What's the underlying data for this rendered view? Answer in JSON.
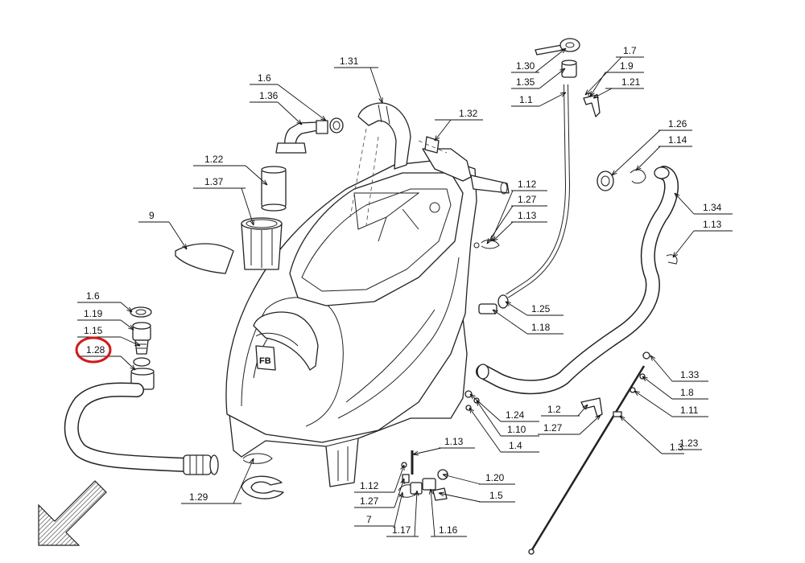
{
  "diagram": {
    "callouts": [
      {
        "id": "c-1-31-top",
        "text": "1.31"
      },
      {
        "id": "c-1-6-top",
        "text": "1.6"
      },
      {
        "id": "c-1-36",
        "text": "1.36"
      },
      {
        "id": "c-1-22",
        "text": "1.22"
      },
      {
        "id": "c-1-37",
        "text": "1.37"
      },
      {
        "id": "c-9",
        "text": "9"
      },
      {
        "id": "c-1-32",
        "text": "1.32"
      },
      {
        "id": "c-1-30",
        "text": "1.30"
      },
      {
        "id": "c-1-35",
        "text": "1.35"
      },
      {
        "id": "c-1-1",
        "text": "1.1"
      },
      {
        "id": "c-1-7",
        "text": "1.7"
      },
      {
        "id": "c-1-9",
        "text": "1.9"
      },
      {
        "id": "c-1-21",
        "text": "1.21"
      },
      {
        "id": "c-1-26",
        "text": "1.26"
      },
      {
        "id": "c-1-14",
        "text": "1.14"
      },
      {
        "id": "c-1-34",
        "text": "1.34"
      },
      {
        "id": "c-1-13-right",
        "text": "1.13"
      },
      {
        "id": "c-1-12-top",
        "text": "1.12"
      },
      {
        "id": "c-1-27-top",
        "text": "1.27"
      },
      {
        "id": "c-1-13-top",
        "text": "1.13"
      },
      {
        "id": "c-1-25",
        "text": "1.25"
      },
      {
        "id": "c-1-18",
        "text": "1.18"
      },
      {
        "id": "c-1-6-left",
        "text": "1.6"
      },
      {
        "id": "c-1-19",
        "text": "1.19"
      },
      {
        "id": "c-1-15",
        "text": "1.15"
      },
      {
        "id": "c-1-28",
        "text": "1.28"
      },
      {
        "id": "c-1-33",
        "text": "1.33"
      },
      {
        "id": "c-1-8",
        "text": "1.8"
      },
      {
        "id": "c-1-11",
        "text": "1.11"
      },
      {
        "id": "c-1-24",
        "text": "1.24"
      },
      {
        "id": "c-1-10",
        "text": "1.10"
      },
      {
        "id": "c-1-4",
        "text": "1.4"
      },
      {
        "id": "c-1-2",
        "text": "1.2"
      },
      {
        "id": "c-1-27-mid",
        "text": "1.27"
      },
      {
        "id": "c-1-3",
        "text": "1.3"
      },
      {
        "id": "c-1-23",
        "text": "1.23"
      },
      {
        "id": "c-1-13-bottom",
        "text": "1.13"
      },
      {
        "id": "c-1-20",
        "text": "1.20"
      },
      {
        "id": "c-1-5",
        "text": "1.5"
      },
      {
        "id": "c-1-12-bottom",
        "text": "1.12"
      },
      {
        "id": "c-1-27-bottom",
        "text": "1.27"
      },
      {
        "id": "c-7",
        "text": "7"
      },
      {
        "id": "c-1-17",
        "text": "1.17"
      },
      {
        "id": "c-1-16",
        "text": "1.16"
      },
      {
        "id": "c-1-29",
        "text": "1.29"
      }
    ],
    "highlight": {
      "callout_id": "c-1-28",
      "color": "#d11a1a"
    },
    "ink_color": "#111111"
  }
}
